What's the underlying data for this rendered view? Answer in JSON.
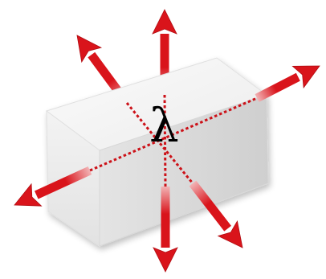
{
  "symbol": "λ",
  "colors": {
    "arrow": "#d9141b",
    "arrow_dark": "#b10d12",
    "dotted": "#cc1118",
    "box_front": "#efefef",
    "box_top": "#f7f7f7",
    "box_side": "#d9d9d9",
    "symbol": "#000000"
  },
  "arrows": [
    {
      "direction": "up",
      "icon": "arrow-up-icon"
    },
    {
      "direction": "up-left",
      "icon": "arrow-up-left-icon"
    },
    {
      "direction": "up-right",
      "icon": "arrow-up-right-icon"
    },
    {
      "direction": "down-left",
      "icon": "arrow-down-left-icon"
    },
    {
      "direction": "down",
      "icon": "arrow-down-icon"
    },
    {
      "direction": "down-right",
      "icon": "arrow-down-right-icon"
    }
  ]
}
